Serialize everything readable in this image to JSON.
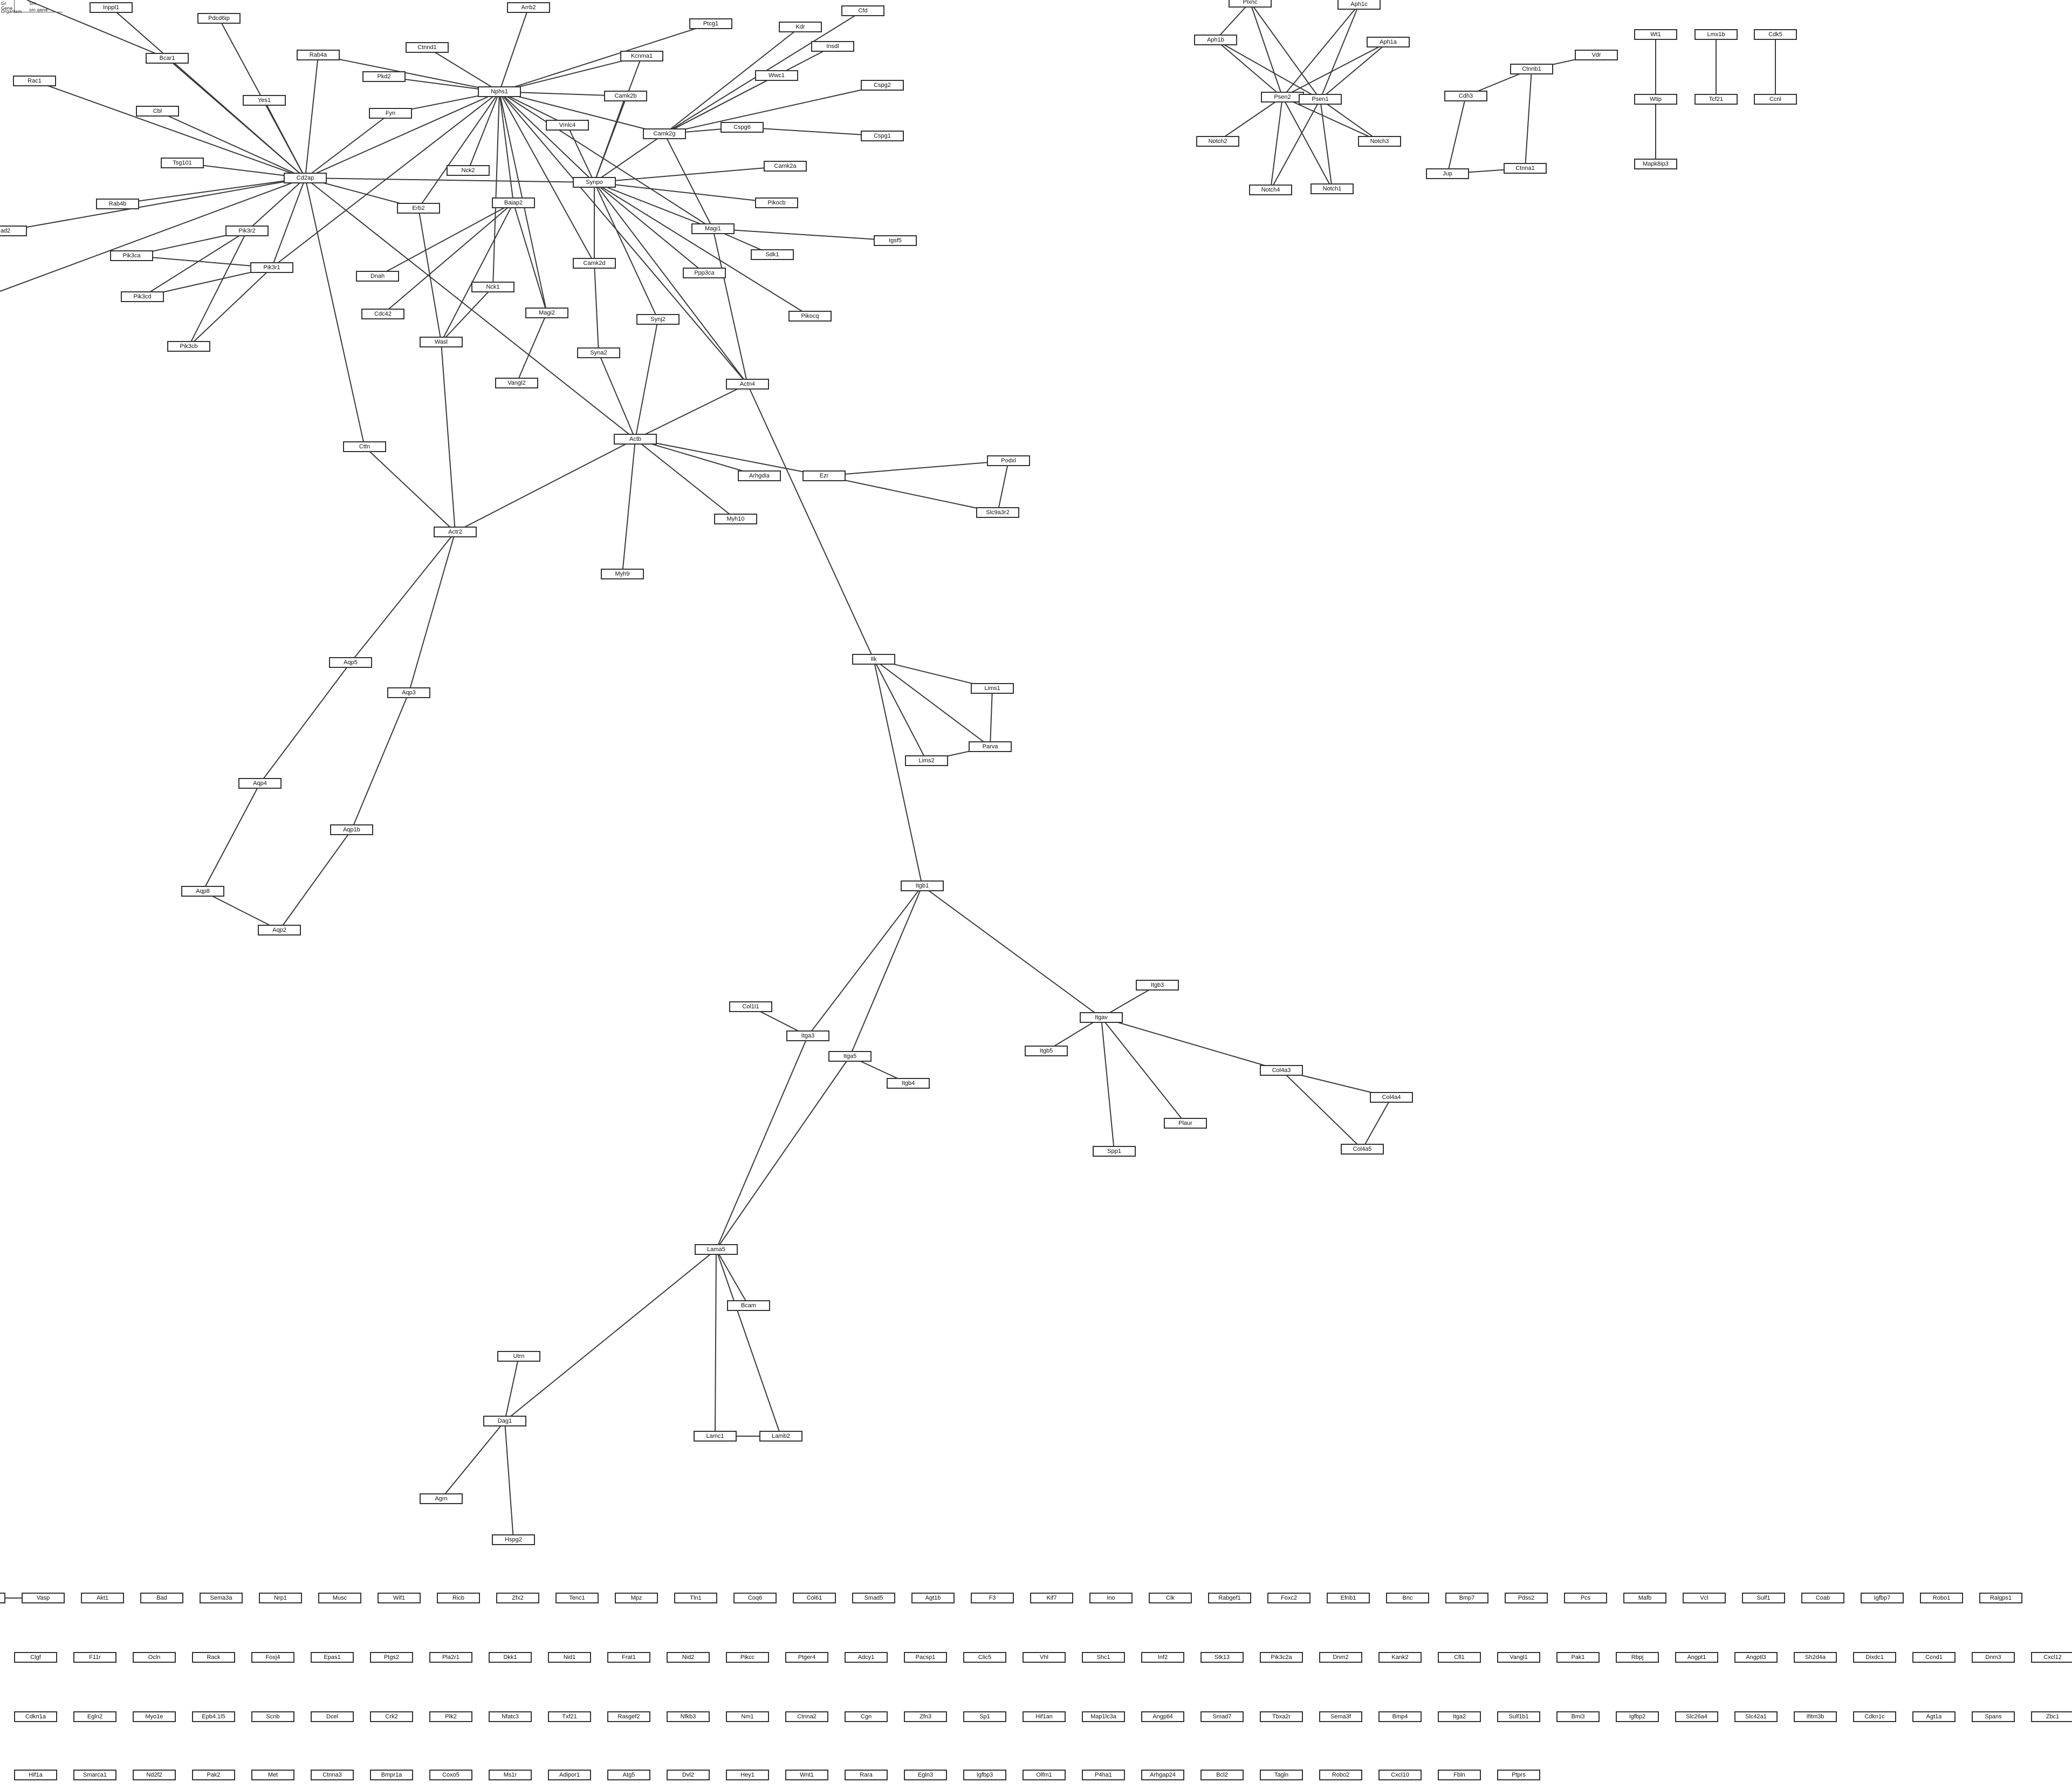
{
  "diagram": {
    "type": "gene-interaction-network",
    "legend_fragments": [
      "Gr",
      "Gene",
      "Sm",
      "Organism",
      "sm gene"
    ],
    "nodes": [
      {
        "id": "Inppl1",
        "label": "Inppl1"
      },
      {
        "id": "Pdcd6ip",
        "label": "Pdcd6ip"
      },
      {
        "id": "Arrb2",
        "label": "Arrb2"
      },
      {
        "id": "Plxnc",
        "label": "Plxnc"
      },
      {
        "id": "Aph1c",
        "label": "Aph1c"
      },
      {
        "id": "Ptcg1",
        "label": "Ptcg1"
      },
      {
        "id": "Kdr",
        "label": "Kdr"
      },
      {
        "id": "Cfd",
        "label": "Cfd"
      },
      {
        "id": "Bcar1",
        "label": "Bcar1"
      },
      {
        "id": "Rab4a",
        "label": "Rab4a"
      },
      {
        "id": "Ctnnd1",
        "label": "Ctnnd1"
      },
      {
        "id": "Kcnma1",
        "label": "Kcnma1"
      },
      {
        "id": "Insdl",
        "label": "Insdl"
      },
      {
        "id": "Aph1b",
        "label": "Aph1b"
      },
      {
        "id": "Aph1a",
        "label": "Aph1a"
      },
      {
        "id": "Wt1",
        "label": "Wt1"
      },
      {
        "id": "Lmx1b",
        "label": "Lmx1b"
      },
      {
        "id": "Cdk5",
        "label": "Cdk5"
      },
      {
        "id": "Rac1",
        "label": "Rac1"
      },
      {
        "id": "Pkd2",
        "label": "Pkd2"
      },
      {
        "id": "Wwc1",
        "label": "Wwc1"
      },
      {
        "id": "Cspg2",
        "label": "Cspg2"
      },
      {
        "id": "Vdr",
        "label": "Vdr"
      },
      {
        "id": "Ctnnb1",
        "label": "Ctnnb1"
      },
      {
        "id": "Nphs1",
        "label": "Nphs1"
      },
      {
        "id": "Yes1",
        "label": "Yes1"
      },
      {
        "id": "Camk2b",
        "label": "Camk2b"
      },
      {
        "id": "Psen2",
        "label": "Psen2"
      },
      {
        "id": "Psen1",
        "label": "Psen1"
      },
      {
        "id": "Cdh3",
        "label": "Cdh3"
      },
      {
        "id": "Wtip",
        "label": "Wtip"
      },
      {
        "id": "Tcf21",
        "label": "Tcf21"
      },
      {
        "id": "Ccnl",
        "label": "Ccnl"
      },
      {
        "id": "Cbl",
        "label": "Cbl"
      },
      {
        "id": "Fyn",
        "label": "Fyn"
      },
      {
        "id": "Vmlc4",
        "label": "Vmlc4"
      },
      {
        "id": "Camk2g",
        "label": "Camk2g"
      },
      {
        "id": "Cspg6",
        "label": "Cspg6"
      },
      {
        "id": "Cspg1",
        "label": "Cspg1"
      },
      {
        "id": "Notch2",
        "label": "Notch2"
      },
      {
        "id": "Notch3",
        "label": "Notch3"
      },
      {
        "id": "Tsg101",
        "label": "Tsg101"
      },
      {
        "id": "Nck2",
        "label": "Nck2"
      },
      {
        "id": "Camk2a",
        "label": "Camk2a"
      },
      {
        "id": "Jup",
        "label": "Jup"
      },
      {
        "id": "Ctnna1",
        "label": "Ctnna1"
      },
      {
        "id": "Mapk8ip3",
        "label": "Mapk8ip3"
      },
      {
        "id": "Cd2ap",
        "label": "Cd2ap"
      },
      {
        "id": "Synpo",
        "label": "Synpo"
      },
      {
        "id": "Notch4",
        "label": "Notch4"
      },
      {
        "id": "Notch1",
        "label": "Notch1"
      },
      {
        "id": "Rab4b",
        "label": "Rab4b"
      },
      {
        "id": "Baiap2",
        "label": "Baiap2"
      },
      {
        "id": "Erb2",
        "label": "Erb2"
      },
      {
        "id": "Pikocb",
        "label": "Pikocb"
      },
      {
        "id": "Ad2",
        "label": "ad2"
      },
      {
        "id": "Pik3r2",
        "label": "Pik3r2"
      },
      {
        "id": "Magi1",
        "label": "Magi1"
      },
      {
        "id": "Igsf5",
        "label": "Igsf5"
      },
      {
        "id": "Pik3ca",
        "label": "Pik3ca"
      },
      {
        "id": "Sdk1",
        "label": "Sdk1"
      },
      {
        "id": "Pik3r1",
        "label": "Pik3r1"
      },
      {
        "id": "Camk2d",
        "label": "Camk2d"
      },
      {
        "id": "Ppp3ca",
        "label": "Ppp3ca"
      },
      {
        "id": "Dnah",
        "label": "Dnah"
      },
      {
        "id": "Nck1",
        "label": "Nck1"
      },
      {
        "id": "Pik3cd",
        "label": "Pik3cd"
      },
      {
        "id": "Cdc42",
        "label": "Cdc42"
      },
      {
        "id": "Magi2",
        "label": "Magi2"
      },
      {
        "id": "Synj2",
        "label": "Synj2"
      },
      {
        "id": "Pikocq",
        "label": "Pikocq"
      },
      {
        "id": "Wasl",
        "label": "Wasl"
      },
      {
        "id": "Pik3cb",
        "label": "Pik3cb"
      },
      {
        "id": "Syna2",
        "label": "Syna2"
      },
      {
        "id": "Vangl2",
        "label": "Vangl2"
      },
      {
        "id": "Actn4",
        "label": "Actn4"
      },
      {
        "id": "Actb",
        "label": "Actb"
      },
      {
        "id": "Cttn",
        "label": "Cttn"
      },
      {
        "id": "Podxl",
        "label": "Podxl"
      },
      {
        "id": "Arhgdia",
        "label": "Arhgdia"
      },
      {
        "id": "Ezr",
        "label": "Ezr"
      },
      {
        "id": "Slc9a3r2",
        "label": "Slc9a3r2"
      },
      {
        "id": "Myh10",
        "label": "Myh10"
      },
      {
        "id": "Actr2",
        "label": "Actr2"
      },
      {
        "id": "Myh9",
        "label": "Myh9"
      },
      {
        "id": "Aqp5",
        "label": "Aqp5"
      },
      {
        "id": "Ilk",
        "label": "Ilk"
      },
      {
        "id": "Aqp3",
        "label": "Aqp3"
      },
      {
        "id": "Lims1",
        "label": "Lims1"
      },
      {
        "id": "Lims2",
        "label": "Lims2"
      },
      {
        "id": "Parva",
        "label": "Parva"
      },
      {
        "id": "Aqp4",
        "label": "Aqp4"
      },
      {
        "id": "Aqp1b",
        "label": "Aqp1b"
      },
      {
        "id": "Aqp8",
        "label": "Aqp8"
      },
      {
        "id": "Aqp2",
        "label": "Aqp2"
      },
      {
        "id": "Itgb1",
        "label": "Itgb1"
      },
      {
        "id": "Itgb3",
        "label": "Itgb3"
      },
      {
        "id": "Col1l1",
        "label": "Col1l1"
      },
      {
        "id": "Itgav",
        "label": "Itgav"
      },
      {
        "id": "Itga3",
        "label": "Itga3"
      },
      {
        "id": "Itgb5",
        "label": "Itgb5"
      },
      {
        "id": "Itga5",
        "label": "Itga5"
      },
      {
        "id": "Col4a3",
        "label": "Col4a3"
      },
      {
        "id": "Itgb4",
        "label": "Itgb4"
      },
      {
        "id": "Col4a4",
        "label": "Col4a4"
      },
      {
        "id": "Plaur",
        "label": "Plaur"
      },
      {
        "id": "Spp1",
        "label": "Spp1"
      },
      {
        "id": "Col4a5",
        "label": "Col4a5"
      },
      {
        "id": "Lama5",
        "label": "Lama5"
      },
      {
        "id": "Bcam",
        "label": "Bcam"
      },
      {
        "id": "Utrn",
        "label": "Utrn"
      },
      {
        "id": "Dag1",
        "label": "Dag1"
      },
      {
        "id": "Lamc1",
        "label": "Lamc1"
      },
      {
        "id": "Lamb2",
        "label": "Lamb2"
      },
      {
        "id": "Agrn",
        "label": "Agrn"
      },
      {
        "id": "Hspg2",
        "label": "Hspg2"
      }
    ],
    "edges": [
      [
        "Nphs1",
        "Cd2ap"
      ],
      [
        "Nphs1",
        "Fyn"
      ],
      [
        "Nphs1",
        "Ctnnd1"
      ],
      [
        "Nphs1",
        "Pkd2"
      ],
      [
        "Nphs1",
        "Arrb2"
      ],
      [
        "Nphs1",
        "Kcnma1"
      ],
      [
        "Nphs1",
        "Ptcg1"
      ],
      [
        "Nphs1",
        "Camk2b"
      ],
      [
        "Nphs1",
        "Vmlc4"
      ],
      [
        "Nphs1",
        "Synpo"
      ],
      [
        "Nphs1",
        "Baiap2"
      ],
      [
        "Nphs1",
        "Nck2"
      ],
      [
        "Nphs1",
        "Erb2"
      ],
      [
        "Nphs1",
        "Rab4a"
      ],
      [
        "Nphs1",
        "Nck1"
      ],
      [
        "Nphs1",
        "Magi1"
      ],
      [
        "Nphs1",
        "Actn4"
      ],
      [
        "Nphs1",
        "Camk2d"
      ],
      [
        "Nphs1",
        "Magi2"
      ],
      [
        "Nphs1",
        "Pik3r1"
      ],
      [
        "Nphs1",
        "Camk2g"
      ],
      [
        "Cd2ap",
        "Inppl1"
      ],
      [
        "Cd2ap",
        "Bcar1"
      ],
      [
        "Cd2ap",
        "Pdcd6ip"
      ],
      [
        "Cd2ap",
        "Rab4a"
      ],
      [
        "Cd2ap",
        "Rac1"
      ],
      [
        "Cd2ap",
        "Yes1"
      ],
      [
        "Cd2ap",
        "Cbl"
      ],
      [
        "Cd2ap",
        "Tsg101"
      ],
      [
        "Cd2ap",
        "Rab4b"
      ],
      [
        "Cd2ap",
        "Fyn"
      ],
      [
        "Cd2ap",
        "Pik3r2"
      ],
      [
        "Cd2ap",
        "Pik3r1"
      ],
      [
        "Cd2ap",
        "Erb2"
      ],
      [
        "Cd2ap",
        "Synpo"
      ],
      [
        "Cd2ap",
        "Cttn"
      ],
      [
        "Cd2ap",
        "Actb"
      ],
      [
        "Cd2ap",
        "Ad2"
      ],
      [
        "Pik3r2",
        "Pik3ca"
      ],
      [
        "Pik3r2",
        "Pik3cd"
      ],
      [
        "Pik3r2",
        "Pik3cb"
      ],
      [
        "Pik3r1",
        "Pik3ca"
      ],
      [
        "Pik3r1",
        "Pik3cd"
      ],
      [
        "Pik3r1",
        "Pik3cb"
      ],
      [
        "Synpo",
        "Camk2a"
      ],
      [
        "Synpo",
        "Pikocb"
      ],
      [
        "Synpo",
        "Magi1"
      ],
      [
        "Synpo",
        "Ppp3ca"
      ],
      [
        "Synpo",
        "Camk2d"
      ],
      [
        "Synpo",
        "Synj2"
      ],
      [
        "Synpo",
        "Actn4"
      ],
      [
        "Synpo",
        "Pikocq"
      ],
      [
        "Synpo",
        "Camk2g"
      ],
      [
        "Synpo",
        "Camk2b"
      ],
      [
        "Synpo",
        "Vmlc4"
      ],
      [
        "Synpo",
        "Kcnma1"
      ],
      [
        "Camk2g",
        "Kdr"
      ],
      [
        "Camk2g",
        "Cfd"
      ],
      [
        "Camk2g",
        "Insdl"
      ],
      [
        "Camk2g",
        "Wwc1"
      ],
      [
        "Camk2g",
        "Cspg6"
      ],
      [
        "Camk2g",
        "Cspg2"
      ],
      [
        "Camk2g",
        "Magi1"
      ],
      [
        "Cspg6",
        "Cspg1"
      ],
      [
        "Magi1",
        "Igsf5"
      ],
      [
        "Magi1",
        "Sdk1"
      ],
      [
        "Magi1",
        "Actn4"
      ],
      [
        "Magi2",
        "Vangl2"
      ],
      [
        "Baiap2",
        "Dnah"
      ],
      [
        "Baiap2",
        "Cdc42"
      ],
      [
        "Baiap2",
        "Wasl"
      ],
      [
        "Baiap2",
        "Magi2"
      ],
      [
        "Nck1",
        "Wasl"
      ],
      [
        "Erb2",
        "Wasl"
      ],
      [
        "Wasl",
        "Actr2"
      ],
      [
        "Camk2d",
        "Syna2"
      ],
      [
        "Syna2",
        "Actb"
      ],
      [
        "Synj2",
        "Actb"
      ],
      [
        "Actn4",
        "Actb"
      ],
      [
        "Actn4",
        "Ilk"
      ],
      [
        "Actb",
        "Actr2"
      ],
      [
        "Actb",
        "Arhgdia"
      ],
      [
        "Actb",
        "Ezr"
      ],
      [
        "Actb",
        "Myh10"
      ],
      [
        "Actb",
        "Myh9"
      ],
      [
        "Ezr",
        "Podxl"
      ],
      [
        "Ezr",
        "Slc9a3r2"
      ],
      [
        "Podxl",
        "Slc9a3r2"
      ],
      [
        "Cttn",
        "Actr2"
      ],
      [
        "Actr2",
        "Aqp5"
      ],
      [
        "Actr2",
        "Aqp3"
      ],
      [
        "Aqp5",
        "Aqp4"
      ],
      [
        "Aqp4",
        "Aqp8"
      ],
      [
        "Aqp8",
        "Aqp2"
      ],
      [
        "Aqp3",
        "Aqp1b"
      ],
      [
        "Aqp1b",
        "Aqp2"
      ],
      [
        "Ilk",
        "Lims1"
      ],
      [
        "Ilk",
        "Parva"
      ],
      [
        "Ilk",
        "Lims2"
      ],
      [
        "Ilk",
        "Itgb1"
      ],
      [
        "Lims1",
        "Parva"
      ],
      [
        "Lims2",
        "Parva"
      ],
      [
        "Itgb1",
        "Itga3"
      ],
      [
        "Itgb1",
        "Itga5"
      ],
      [
        "Itgb1",
        "Itgav"
      ],
      [
        "Itgav",
        "Itgb3"
      ],
      [
        "Itgav",
        "Itgb5"
      ],
      [
        "Itgav",
        "Col4a3"
      ],
      [
        "Itgav",
        "Plaur"
      ],
      [
        "Itgav",
        "Spp1"
      ],
      [
        "Col4a3",
        "Col4a4"
      ],
      [
        "Col4a3",
        "Col4a5"
      ],
      [
        "Col4a4",
        "Col4a5"
      ],
      [
        "Col1l1",
        "Itga3"
      ],
      [
        "Itga5",
        "Itgb4"
      ],
      [
        "Itga3",
        "Lama5"
      ],
      [
        "Itga5",
        "Lama5"
      ],
      [
        "Lama5",
        "Bcam"
      ],
      [
        "Lama5",
        "Lamc1"
      ],
      [
        "Lama5",
        "Lamb2"
      ],
      [
        "Lama5",
        "Dag1"
      ],
      [
        "Lamc1",
        "Lamb2"
      ],
      [
        "Dag1",
        "Utrn"
      ],
      [
        "Dag1",
        "Agrn"
      ],
      [
        "Dag1",
        "Hspg2"
      ],
      [
        "Plxnc",
        "Aph1b"
      ],
      [
        "Plxnc",
        "Psen2"
      ],
      [
        "Plxnc",
        "Psen1"
      ],
      [
        "Aph1c",
        "Psen2"
      ],
      [
        "Aph1a",
        "Psen2"
      ],
      [
        "Aph1a",
        "Psen1"
      ],
      [
        "Aph1b",
        "Psen2"
      ],
      [
        "Aph1b",
        "Psen1"
      ],
      [
        "Psen2",
        "Psen1"
      ],
      [
        "Psen2",
        "Notch2"
      ],
      [
        "Psen2",
        "Notch3"
      ],
      [
        "Psen2",
        "Notch4"
      ],
      [
        "Psen2",
        "Notch1"
      ],
      [
        "Psen1",
        "Notch4"
      ],
      [
        "Psen1",
        "Notch1"
      ],
      [
        "Psen1",
        "Notch3"
      ],
      [
        "Psen1",
        "Aph1c"
      ],
      [
        "Ctnnb1",
        "Vdr"
      ],
      [
        "Ctnnb1",
        "Cdh3"
      ],
      [
        "Ctnnb1",
        "Ctnna1"
      ],
      [
        "Cdh3",
        "Jup"
      ],
      [
        "Jup",
        "Ctnna1"
      ],
      [
        "Wt1",
        "Wtip"
      ],
      [
        "Wtip",
        "Mapk8ip3"
      ],
      [
        "Lmx1b",
        "Tcf21"
      ],
      [
        "Cdk5",
        "Ccnl"
      ]
    ],
    "singletons": [
      [
        "",
        "Vasp",
        "Akt1",
        "Bad",
        "Sema3a",
        "Nrp1",
        "Musc",
        "Wif1",
        "Ricb",
        "Zfx2",
        "Tenc1",
        "Mpz",
        "Tln1",
        "Coq6",
        "Col61",
        "Smad5",
        "Agt1b",
        "F3",
        "Kif7",
        "Ino",
        "Clk",
        "Rabgef1",
        "Foxc2",
        "Efnb1",
        "Bnc",
        "Bmp7",
        "Pdss2",
        "Pcs",
        "Mafb",
        "Vcl",
        "Sulf1",
        "Coab",
        "Igfbp7",
        "Robo1",
        "Ralgps1"
      ],
      [
        "Clgf",
        "F11r",
        "Ocln",
        "Rack",
        "Foxj4",
        "Epas1",
        "Ptgs2",
        "Pla2r1",
        "Dkk1",
        "Nid1",
        "Frat1",
        "Nid2",
        "Pikcc",
        "Ptger4",
        "Adcy1",
        "Pacsp1",
        "Clic5",
        "Vhl",
        "Shc1",
        "Inf2",
        "Stk13",
        "Pik3c2a",
        "Dnm2",
        "Kank2",
        "Cfl1",
        "Vangl1",
        "Pak1",
        "Rbpj",
        "Angpt1",
        "Angptl3",
        "Sh2d4a",
        "Dixdc1",
        "Ccnd1",
        "Dnm3",
        "Cxcl12"
      ],
      [
        "Cdkn1a",
        "Egln2",
        "Myo1e",
        "Epb4.1l5",
        "Scnb",
        "Dcel",
        "Crk2",
        "Plk2",
        "Nfatc3",
        "Txf21",
        "Rasgef2",
        "Nfkb3",
        "Nm1",
        "Ctnna2",
        "Cgn",
        "Zfn3",
        "Sp1",
        "Hif1an",
        "Map1lc3a",
        "Angptl4",
        "Smad7",
        "Tbxa2r",
        "Sema3f",
        "Bmp4",
        "Itga2",
        "Sulf1b1",
        "Bmi3",
        "Igfbp2",
        "Slc26a4",
        "Slc42a1",
        "Ifitm3b",
        "Cdkn1c",
        "Agt1a",
        "Spans",
        "Zbc1"
      ],
      [
        "Hif1a",
        "Smarca1",
        "Nd2f2",
        "Pak2",
        "Met",
        "Ctnna3",
        "Bmpr1a",
        "Coxo5",
        "Ms1r",
        "Adipor1",
        "Atg5",
        "Dvl2",
        "Hey1",
        "Wnt1",
        "Rara",
        "Egln3",
        "Igfbp3",
        "Olfm1",
        "P4ha1",
        "Arhgap24",
        "Bcl2",
        "Tagln",
        "Robo2",
        "Cxcl10",
        "Fbln",
        "Ptprs"
      ]
    ]
  }
}
